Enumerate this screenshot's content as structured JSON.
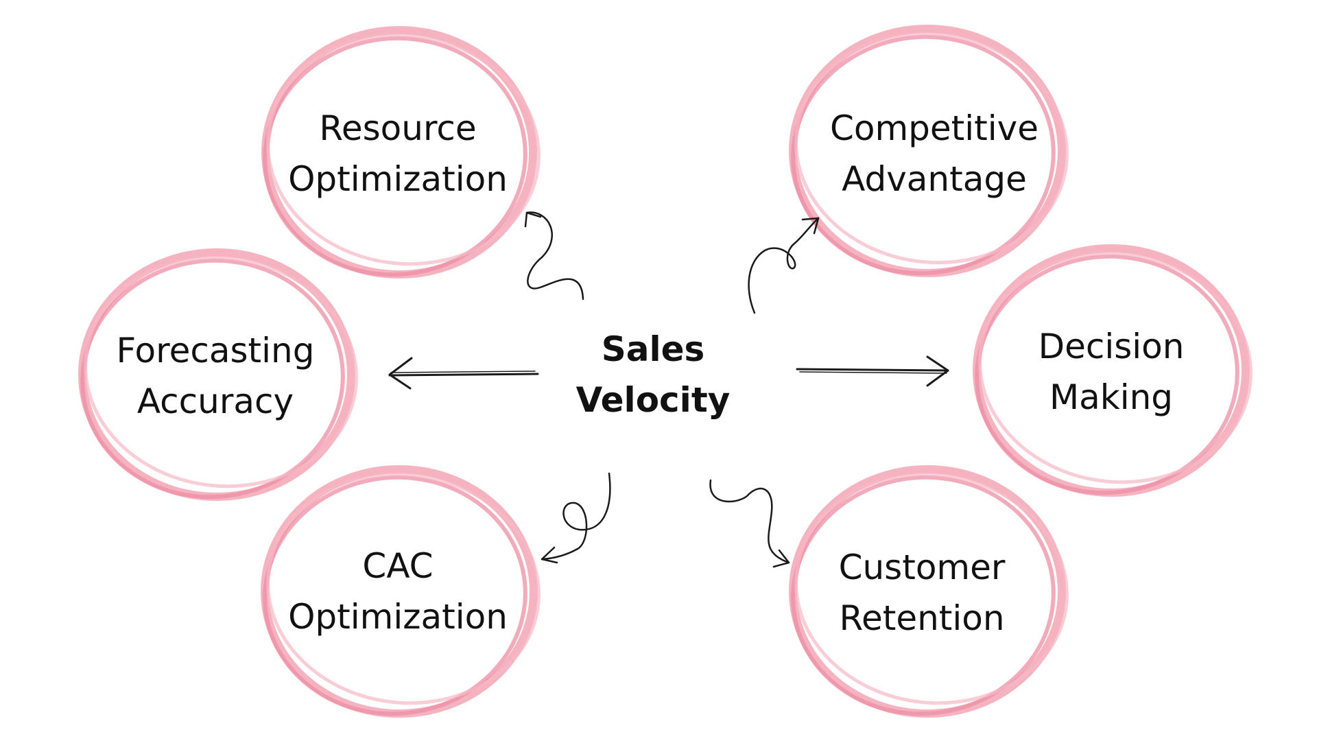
{
  "center": {
    "line1": "Sales",
    "line2": "Velocity"
  },
  "nodes": {
    "resource": {
      "line1": "Resource",
      "line2": "Optimization"
    },
    "competitive": {
      "line1": "Competitive",
      "line2": "Advantage"
    },
    "forecasting": {
      "line1": "Forecasting",
      "line2": "Accuracy"
    },
    "decision": {
      "line1": "Decision",
      "line2": "Making"
    },
    "cac": {
      "line1": "CAC",
      "line2": "Optimization"
    },
    "retention": {
      "line1": "Customer",
      "line2": "Retention"
    }
  },
  "colors": {
    "ring_primary": "#f3a6b5",
    "ring_secondary": "#ee8fa4",
    "arrow": "#1a1a1a",
    "text": "#111111"
  }
}
